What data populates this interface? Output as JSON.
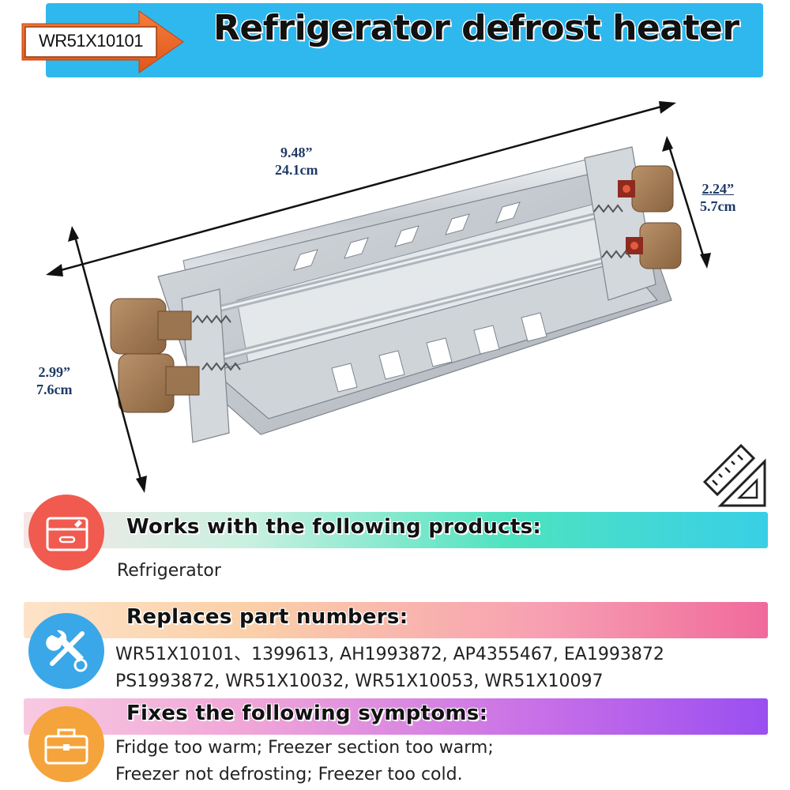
{
  "header": {
    "part_number": "WR51X10101",
    "title": "Refrigerator defrost heater"
  },
  "dimensions": {
    "length_in": "9.48”",
    "length_cm": "24.1cm",
    "width_in": "2.24”",
    "width_cm": "5.7cm",
    "height_in": "2.99”",
    "height_cm": "7.6cm"
  },
  "sections": {
    "works_with": {
      "title": "Works with the following products:",
      "lines": [
        "Refrigerator"
      ]
    },
    "replaces": {
      "title": "Replaces part numbers:",
      "lines": [
        "WR51X10101、1399613, AH1993872, AP4355467, EA1993872",
        "PS1993872, WR51X10032, WR51X10053, WR51X10097"
      ]
    },
    "fixes": {
      "title": "Fixes the following symptoms:",
      "lines": [
        "Fridge too warm; Freezer section too warm;",
        "Freezer not defrosting; Freezer too cold."
      ]
    }
  },
  "icons": {
    "works_with": "refrigerator-icon",
    "replaces": "wrench-screwdriver-icon",
    "fixes": "toolbox-icon",
    "ruler": "ruler-triangle-icon"
  },
  "colors": {
    "header_bar": "#2fb8ee",
    "arrow": "#f26b2a",
    "dimension_text": "#1f3a66",
    "works_icon": "#f05a4f",
    "replaces_icon": "#3aa7e8",
    "fixes_icon": "#f5a33b"
  }
}
